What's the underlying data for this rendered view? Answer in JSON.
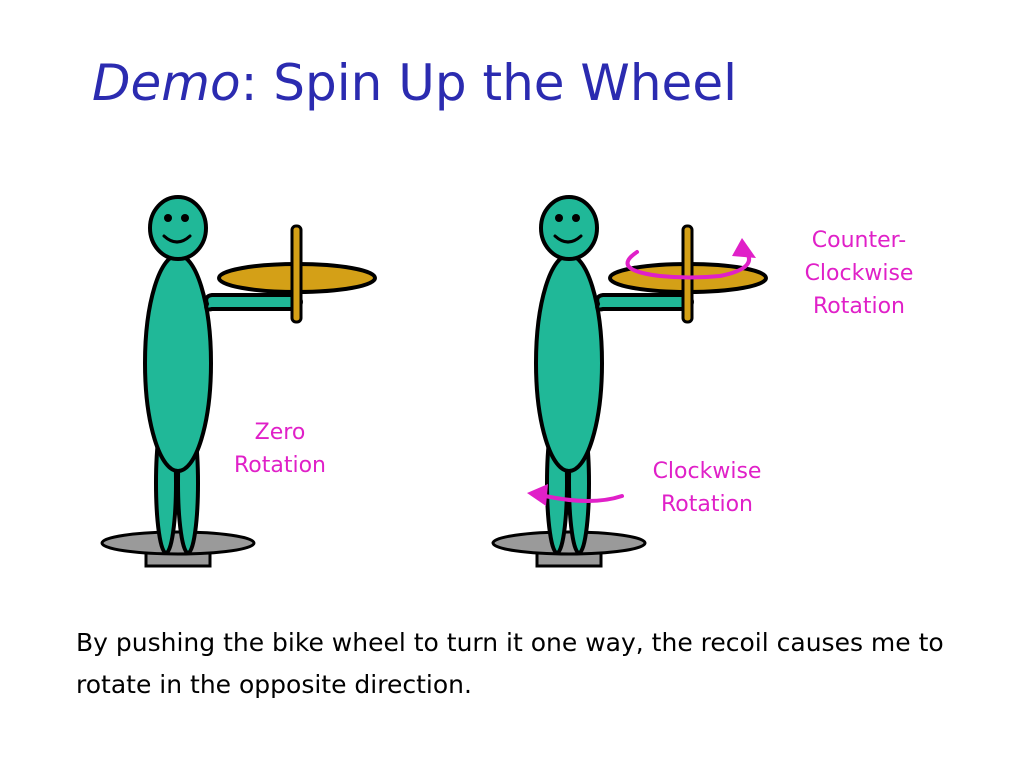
{
  "title": {
    "emphasis": "Demo",
    "rest": ": Spin Up the Wheel"
  },
  "labels": {
    "zero": [
      "Zero",
      "Rotation"
    ],
    "counter_clockwise": [
      "Counter-",
      "Clockwise",
      "Rotation"
    ],
    "clockwise": [
      "Clockwise",
      "Rotation"
    ]
  },
  "caption": "By pushing the bike wheel to turn it one way, the recoil causes me to rotate in the opposite direction.",
  "colors": {
    "title": "#2b2bb0",
    "label": "#e020c8",
    "body": "#20b898",
    "wheel": "#d4a017",
    "platform": "#9a9a9a",
    "arrow": "#e020c8",
    "outline": "#000000"
  }
}
